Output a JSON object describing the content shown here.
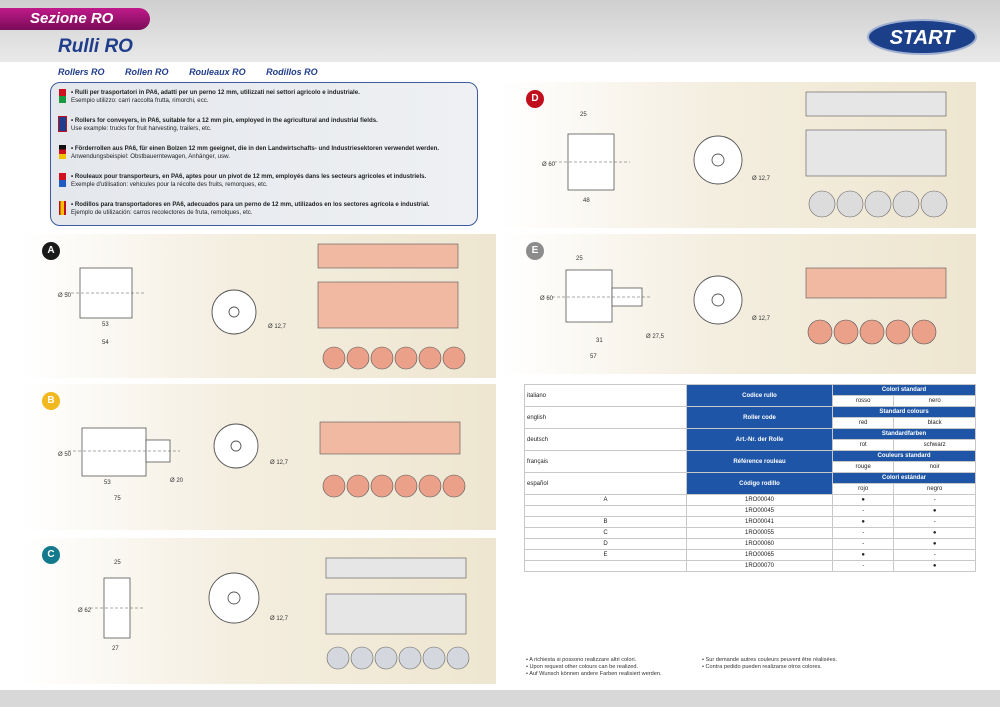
{
  "header": {
    "section": "Sezione RO",
    "title": "Rulli RO",
    "logo": "START"
  },
  "subtitles": [
    "Rollers RO",
    "Rollen RO",
    "Rouleaux RO",
    "Rodillos RO"
  ],
  "languages": [
    {
      "bold": "• Rulli per trasportatori in PA6, adatti per un perno 12 mm, utilizzati nei settori agricolo e industriale.",
      "example": "Esempio utilizzo: carri raccolta frutta, rimorchi, ecc."
    },
    {
      "bold": "• Rollers for conveyers, in PA6, suitable for a 12 mm pin, employed in the agricultural and industrial fields.",
      "example": "Use example: trucks for fruit harvesting, trailers, etc."
    },
    {
      "bold": "• Förderrollen aus PA6, für einen Bolzen 12 mm geeignet, die in den Landwirtschafts- und Industriesektoren verwendet werden.",
      "example": "Anwendungsbeispiel: Obstbauerntewagen, Anhänger, usw."
    },
    {
      "bold": "• Rouleaux pour transporteurs, en PA6, aptes pour un pivot de 12 mm, employés dans les secteurs agricoles et industriels.",
      "example": "Exemple d'utilisation: vehicules pour la récolte des fruits, remorques, etc."
    },
    {
      "bold": "• Rodillos para transportadores en PA6, adecuados para un perno de 12 mm, utilizados en los sectores agrícola e industrial.",
      "example": "Ejemplo de utilización: carros recolectores de fruta, remolques, etc."
    }
  ],
  "panels": {
    "A": {
      "dims": [
        "Ø 50",
        "53",
        "54"
      ],
      "hub": "Ø 12,7"
    },
    "B": {
      "dims": [
        "Ø 50",
        "53",
        "75",
        "Ø 20"
      ],
      "hub": "Ø 12,7"
    },
    "C": {
      "dims": [
        "25",
        "Ø 62",
        "27"
      ],
      "hub": "Ø 12,7"
    },
    "D": {
      "dims": [
        "25",
        "Ø 60",
        "48"
      ],
      "hub": "Ø 12,7"
    },
    "E": {
      "dims": [
        "25",
        "Ø 60",
        "31",
        "57",
        "Ø 27,5"
      ],
      "hub": "Ø 12,7"
    }
  },
  "badge_colors": {
    "A": "#1a1a1a",
    "B": "#f2b820",
    "C": "#127a8c",
    "D": "#c0101e",
    "E": "#8c8c8c"
  },
  "table": {
    "langs": [
      {
        "name": "italiano",
        "code": "Codice rullo",
        "colors": "Colori standard",
        "c1": "rosso",
        "c2": "nero"
      },
      {
        "name": "english",
        "code": "Roller code",
        "colors": "Standard colours",
        "c1": "red",
        "c2": "black"
      },
      {
        "name": "deutsch",
        "code": "Art.-Nr. der Rolle",
        "colors": "Standardfarben",
        "c1": "rot",
        "c2": "schwarz"
      },
      {
        "name": "français",
        "code": "Référence rouleau",
        "colors": "Couleurs standard",
        "c1": "rouge",
        "c2": "noir"
      },
      {
        "name": "español",
        "code": "Código rodillo",
        "colors": "Colori estándar",
        "c1": "rojo",
        "c2": "negro"
      }
    ],
    "rows": [
      {
        "badge": "A",
        "code": "1RO00040",
        "red": "●",
        "black": "-"
      },
      {
        "badge": "",
        "code": "1RO00045",
        "red": "-",
        "black": "●"
      },
      {
        "badge": "B",
        "code": "1RO00041",
        "red": "●",
        "black": "-"
      },
      {
        "badge": "C",
        "code": "1RO00055",
        "red": "-",
        "black": "●"
      },
      {
        "badge": "D",
        "code": "1RO00060",
        "red": "-",
        "black": "●"
      },
      {
        "badge": "E",
        "code": "1RO00065",
        "red": "●",
        "black": "-"
      },
      {
        "badge": "",
        "code": "1RO00070",
        "red": "-",
        "black": "●"
      }
    ],
    "notes_left": [
      "• A richiesta si possono realizzare altri colori.",
      "• Upon request other colours can be realized.",
      "• Auf Wunsch können andere Farben realisiert werden."
    ],
    "notes_right": [
      "• Sur demande autres couleurs peuvent être réalisées.",
      "• Contra pedido pueden realizarse otros colores."
    ]
  }
}
